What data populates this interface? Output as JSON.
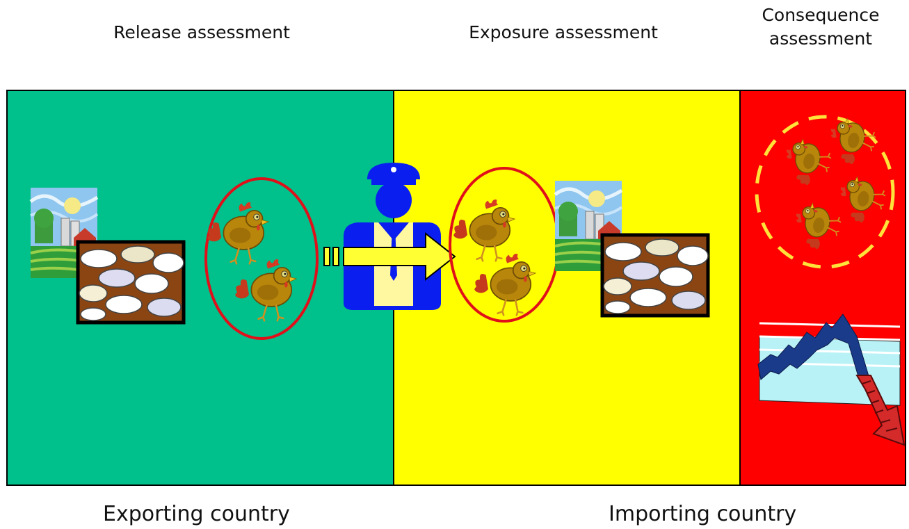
{
  "headings": {
    "release": "Release assessment",
    "exposure": "Exposure assessment",
    "consequence_line1": "Consequence",
    "consequence_line2": "assessment"
  },
  "footers": {
    "exporting": "Exporting country",
    "importing": "Importing country"
  },
  "colors": {
    "release_panel": "#00c08b",
    "exposure_panel": "#ffff00",
    "consequence_panel": "#ff0000",
    "ring": "#e0101a",
    "dashed_ring": "#ffe23a",
    "arrow_fill": "#ffff33",
    "officer": "#0a1ef0"
  },
  "icons": [
    "farm-landscape-icon",
    "chicken-flock-icon",
    "chicken-icon",
    "customs-officer-icon",
    "transfer-arrow-icon",
    "declining-chart-icon"
  ]
}
